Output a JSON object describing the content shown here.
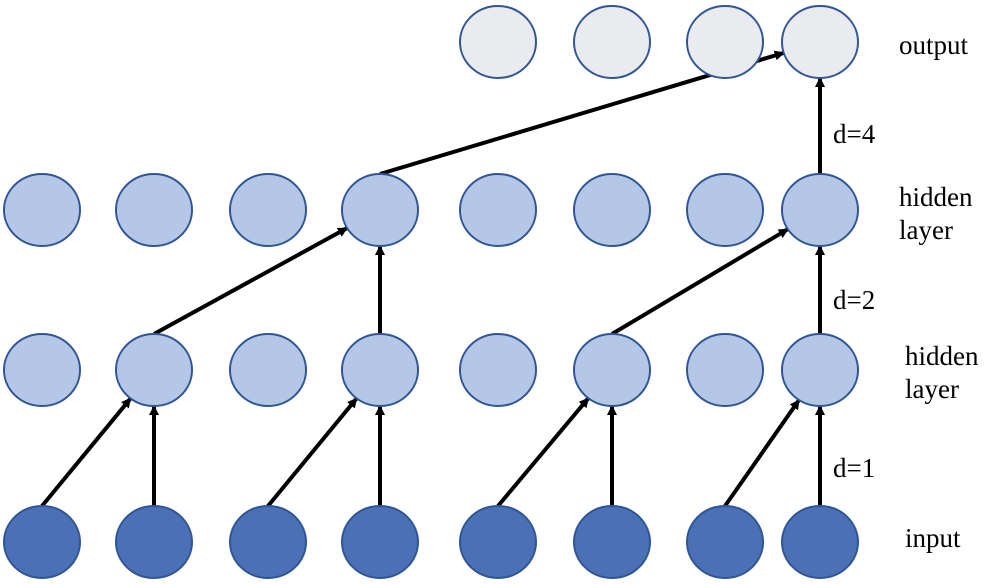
{
  "layers": [
    {
      "id": "input",
      "label_lines": [
        "input"
      ],
      "node_count": 8,
      "fill": "#4a70b5",
      "stroke": "#2f5597"
    },
    {
      "id": "hidden1",
      "label_lines": [
        "hidden",
        "layer"
      ],
      "node_count": 8,
      "fill": "#b4c7e7",
      "stroke": "#2f5597"
    },
    {
      "id": "hidden2",
      "label_lines": [
        "hidden",
        "layer"
      ],
      "node_count": 8,
      "fill": "#b4c7e7",
      "stroke": "#2f5597"
    },
    {
      "id": "output",
      "label_lines": [
        "output"
      ],
      "node_count": 4,
      "fill": "#e9ebef",
      "stroke": "#2f5597"
    }
  ],
  "dilation_labels": [
    "d=1",
    "d=2",
    "d=4"
  ],
  "edge_color": "#000000"
}
